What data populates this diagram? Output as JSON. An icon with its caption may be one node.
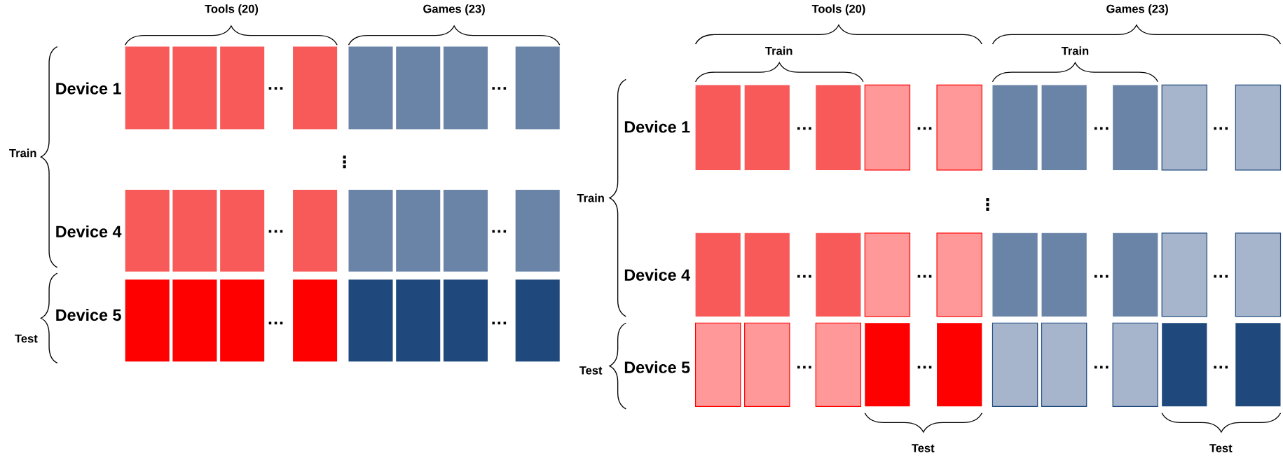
{
  "diagram": {
    "labels": [
      "Tools (20)",
      "Games (23)",
      "Device 1",
      "…",
      "…",
      "Train",
      "⋮",
      "Device 4",
      "…",
      "…",
      "Test",
      "Device 5",
      "…",
      "…",
      "Tools (20)",
      "Games (23)",
      "Train",
      "Train",
      "Device 1",
      "…",
      "…",
      "…",
      "…",
      "Train",
      "⋮",
      "Device 4",
      "…",
      "…",
      "…",
      "…",
      "Test",
      "Device 5",
      "…",
      "…",
      "…",
      "…",
      "Test",
      "Test"
    ]
  }
}
